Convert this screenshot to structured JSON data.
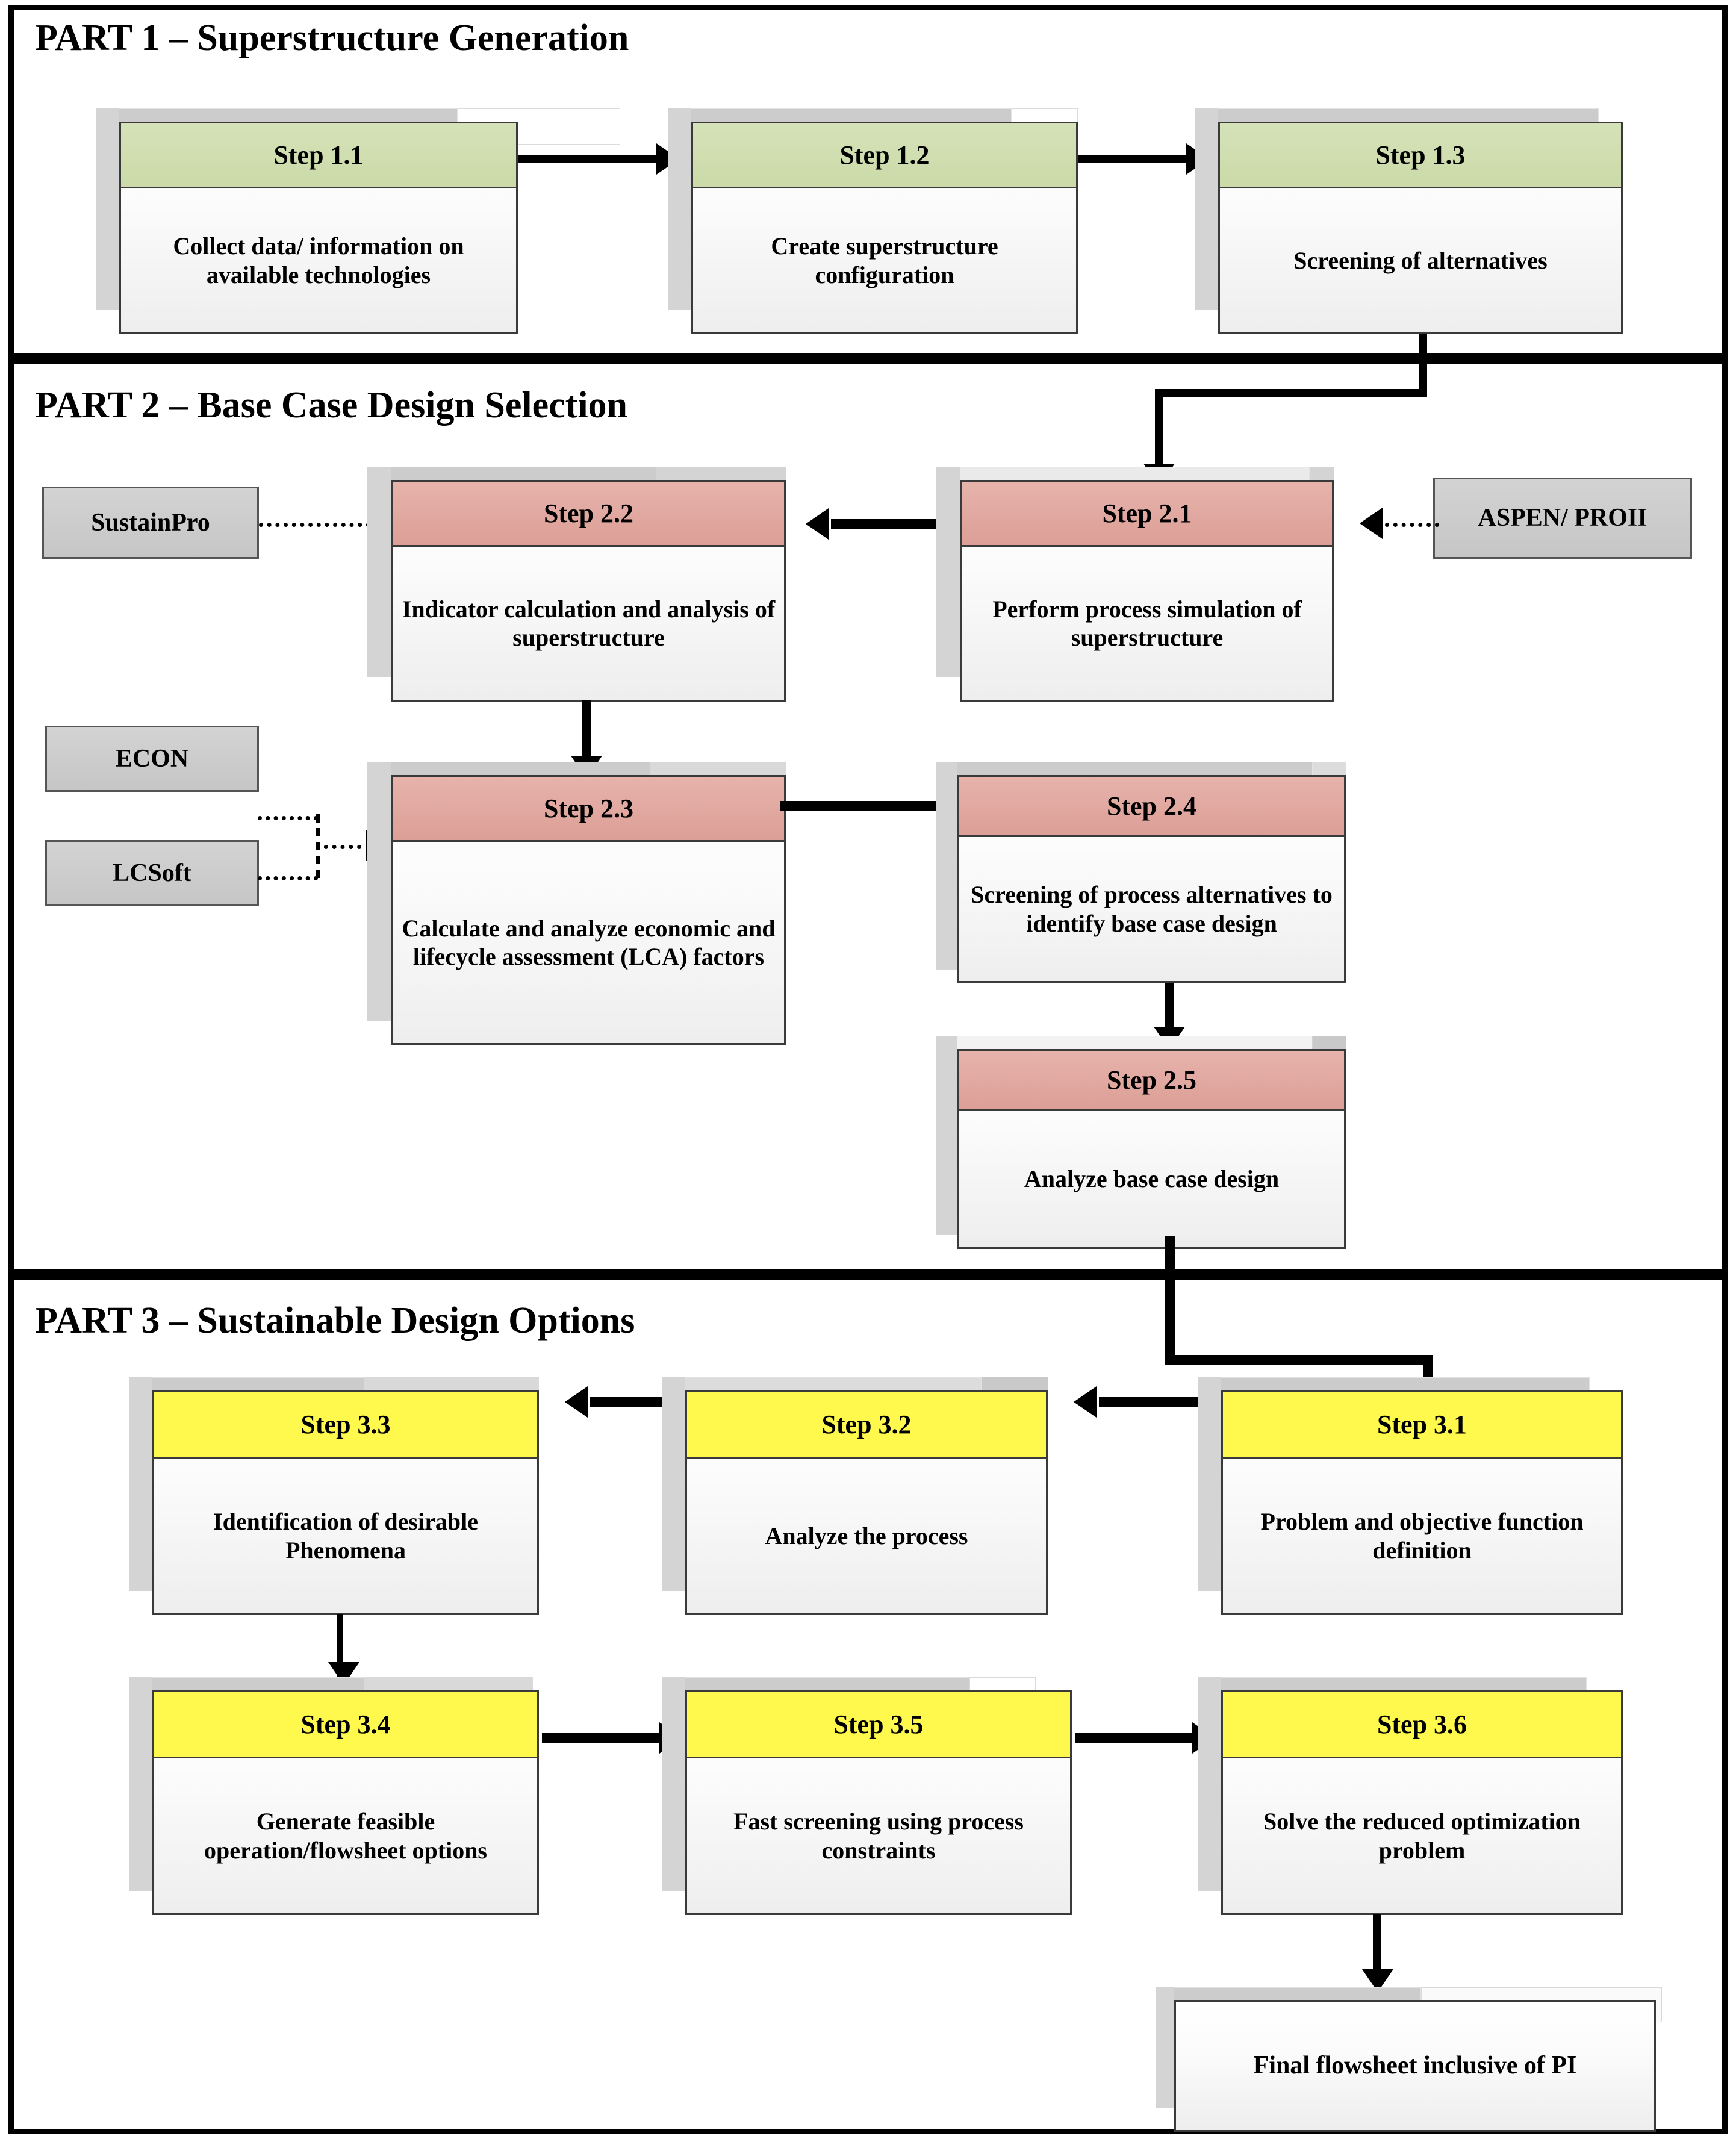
{
  "diagram": {
    "title": "Three-part sustainable process design methodology flowchart",
    "parts": [
      {
        "id": "part1",
        "title": "PART 1 –  Superstructure Generation"
      },
      {
        "id": "part2",
        "title": "PART 2 – Base Case Design Selection"
      },
      {
        "id": "part3",
        "title": "PART 3 –  Sustainable Design Options"
      }
    ],
    "steps": {
      "s11": {
        "header": "Step 1.1",
        "body": "Collect data/ information on available technologies",
        "color": "#cbdaa8"
      },
      "s12": {
        "header": "Step 1.2",
        "body": "Create superstructure configuration",
        "color": "#cbdaa8"
      },
      "s13": {
        "header": "Step 1.3",
        "body": "Screening of alternatives",
        "color": "#cbdaa8"
      },
      "s21": {
        "header": "Step 2.1",
        "body": "Perform process simulation of superstructure",
        "color": "#dc9f97"
      },
      "s22": {
        "header": "Step 2.2",
        "body": "Indicator calculation and analysis of superstructure",
        "color": "#dc9f97"
      },
      "s23": {
        "header": "Step 2.3",
        "body": "Calculate and analyze economic and lifecycle assessment (LCA) factors",
        "color": "#dc9f97"
      },
      "s24": {
        "header": "Step 2.4",
        "body": "Screening of process alternatives to identify base case design",
        "color": "#dc9f97"
      },
      "s25": {
        "header": "Step 2.5",
        "body": "Analyze base case design",
        "color": "#dc9f97"
      },
      "s31": {
        "header": "Step 3.1",
        "body": "Problem  and objective function definition",
        "color": "#fff84d"
      },
      "s32": {
        "header": "Step 3.2",
        "body": "Analyze the process",
        "color": "#fff84d"
      },
      "s33": {
        "header": "Step 3.3",
        "body": "Identification of desirable Phenomena",
        "color": "#fff84d"
      },
      "s34": {
        "header": "Step 3.4",
        "body": "Generate feasible operation/flowsheet options",
        "color": "#fff84d"
      },
      "s35": {
        "header": "Step 3.5",
        "body": "Fast screening using process constraints",
        "color": "#fff84d"
      },
      "s36": {
        "header": "Step 3.6",
        "body": "Solve the reduced optimization problem",
        "color": "#fff84d"
      },
      "final": {
        "header": "",
        "body": "Final flowsheet inclusive of PI",
        "color": "#ffffff"
      }
    },
    "tools": {
      "sustainpro": "SustainPro",
      "aspen": "ASPEN/ PROII",
      "econ": "ECON",
      "lcsoft": "LCSoft"
    },
    "palette": {
      "part1_header": "#cbdaa8",
      "part2_header": "#dc9f97",
      "part3_header": "#fff84d",
      "tool_box": "#c6c6c6",
      "stack_shadow": "#cccccc",
      "border": "#3a3a3a",
      "frame": "#000000"
    }
  }
}
